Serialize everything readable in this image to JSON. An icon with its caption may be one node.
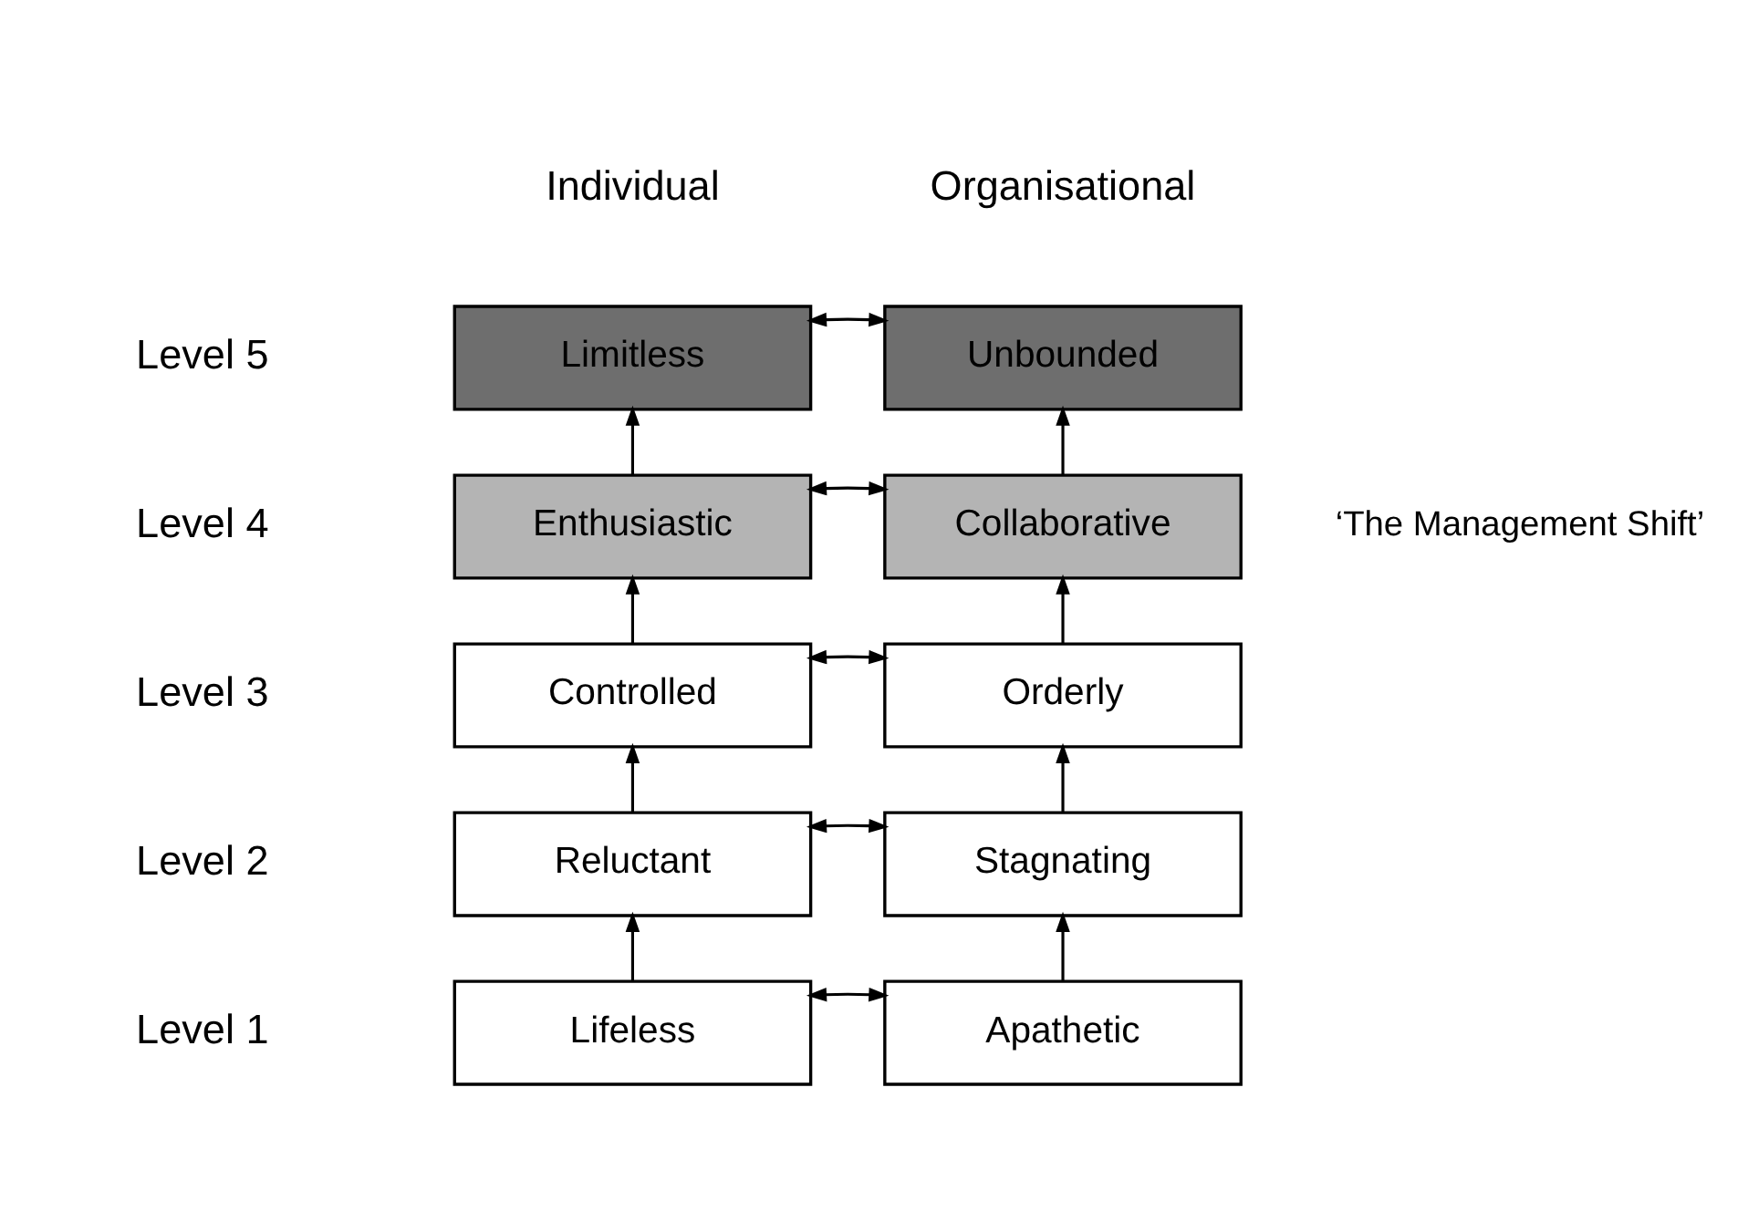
{
  "diagram": {
    "nodes": [
      {
        "text": [
          "Limitless"
        ]
      },
      {
        "text": [
          "Unbounded"
        ]
      },
      {
        "text": [
          "Enthusiastic"
        ]
      },
      {
        "text": [
          "Collaborative"
        ]
      },
      {
        "text": [
          "Controlled"
        ]
      },
      {
        "text": [
          "Orderly"
        ]
      },
      {
        "text": [
          "Reluctant"
        ]
      },
      {
        "text": [
          "Stagnating"
        ]
      },
      {
        "text": [
          "Lifeless"
        ]
      },
      {
        "text": [
          "Apathetic"
        ]
      }
    ],
    "edges": [
      {
        "from": 0,
        "to": 1,
        "arrow": "both"
      },
      {
        "from": 2,
        "to": 0,
        "arrow": "to"
      },
      {
        "from": 3,
        "to": 1,
        "arrow": "to"
      },
      {
        "from": 2,
        "to": 3,
        "arrow": "both"
      },
      {
        "from": 4,
        "to": 2,
        "arrow": "to"
      },
      {
        "from": 5,
        "to": 3,
        "arrow": "to"
      },
      {
        "from": 4,
        "to": 5,
        "arrow": "both"
      },
      {
        "from": 6,
        "to": 4,
        "arrow": "to"
      },
      {
        "from": 7,
        "to": 5,
        "arrow": "to"
      },
      {
        "from": 6,
        "to": 7,
        "arrow": "both"
      },
      {
        "from": 8,
        "to": 6,
        "arrow": "to"
      },
      {
        "from": 9,
        "to": 7,
        "arrow": "to"
      },
      {
        "from": 8,
        "to": 9,
        "arrow": "both"
      }
    ],
    "labels": [
      "Individual",
      "Organisational",
      "Level 5",
      "Level 4",
      "‘The Management Shift’",
      "Level 3",
      "Level 2",
      "Level 1"
    ]
  }
}
